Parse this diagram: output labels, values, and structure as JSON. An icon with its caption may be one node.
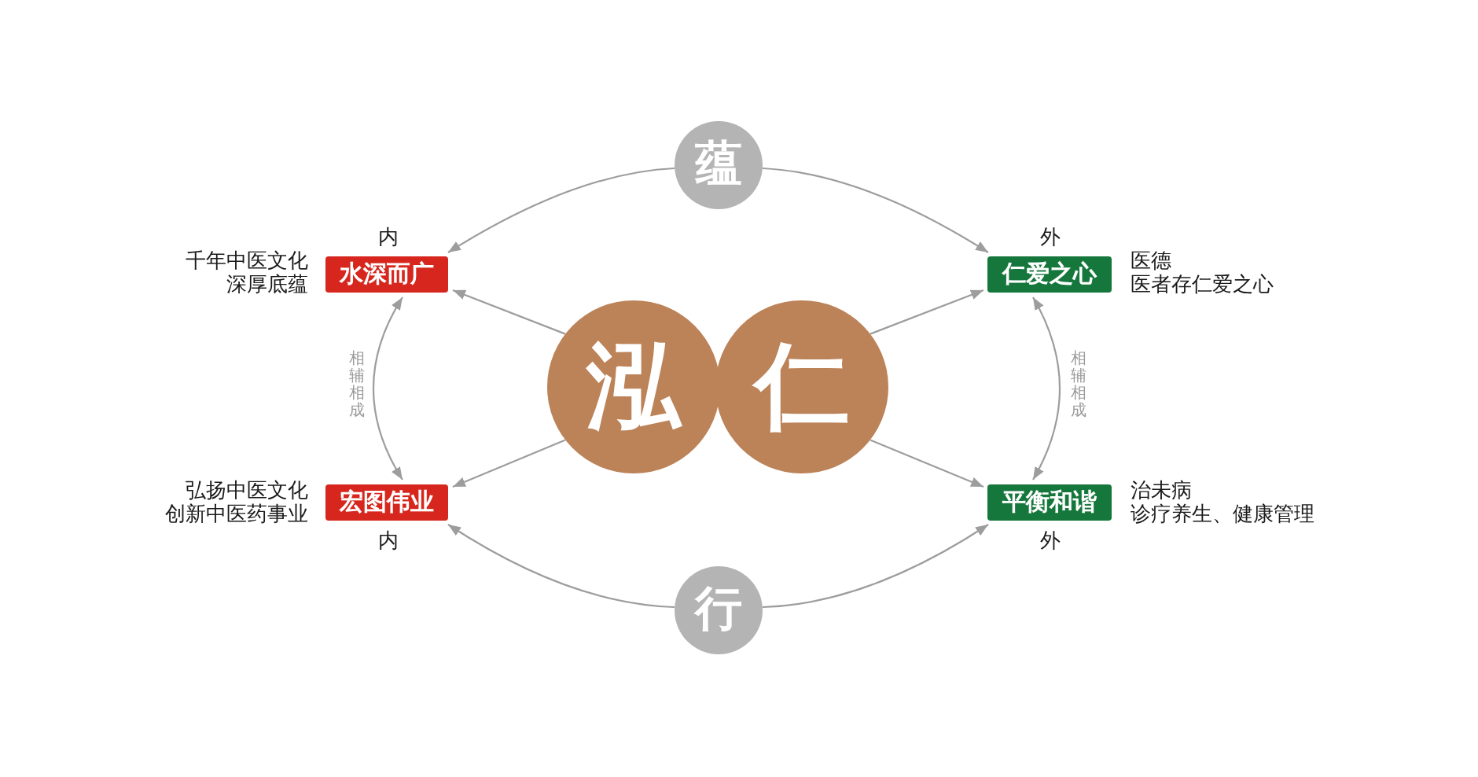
{
  "diagram": {
    "nodes": [
      {
        "text": [
          "蕴"
        ]
      },
      {
        "text": [
          "水深而广"
        ],
        "beside": [
          "内",
          "千年中医文化",
          "深厚底蕴"
        ]
      },
      {
        "text": [
          "仁爱之心"
        ],
        "beside": [
          "外",
          "医德",
          "医者存仁爱之心"
        ]
      },
      {
        "text": [
          "泓"
        ]
      },
      {
        "text": [
          "仁"
        ]
      },
      {
        "text": [
          "宏图伟业"
        ],
        "beside": [
          "弘扬中医文化",
          "创新中医药事业",
          "内"
        ]
      },
      {
        "text": [
          "平衡和谐"
        ],
        "beside": [
          "治未病",
          "诊疗养生、健康管理",
          "外"
        ]
      },
      {
        "text": [
          "行"
        ]
      }
    ],
    "edges": [
      {
        "from": 0,
        "to": 1,
        "arrow": "to"
      },
      {
        "from": 0,
        "to": 2,
        "arrow": "to"
      },
      {
        "from": 3,
        "to": 1,
        "arrow": "to"
      },
      {
        "from": 3,
        "to": 5,
        "arrow": "to"
      },
      {
        "from": 4,
        "to": 2,
        "arrow": "to"
      },
      {
        "from": 4,
        "to": 6,
        "arrow": "to"
      },
      {
        "from": 1,
        "to": 5,
        "arrow": "both",
        "label": "相辅相成"
      },
      {
        "from": 2,
        "to": 6,
        "arrow": "both",
        "label": "相辅相成"
      },
      {
        "from": 7,
        "to": 5,
        "arrow": "to"
      },
      {
        "from": 7,
        "to": 6,
        "arrow": "to"
      }
    ]
  }
}
